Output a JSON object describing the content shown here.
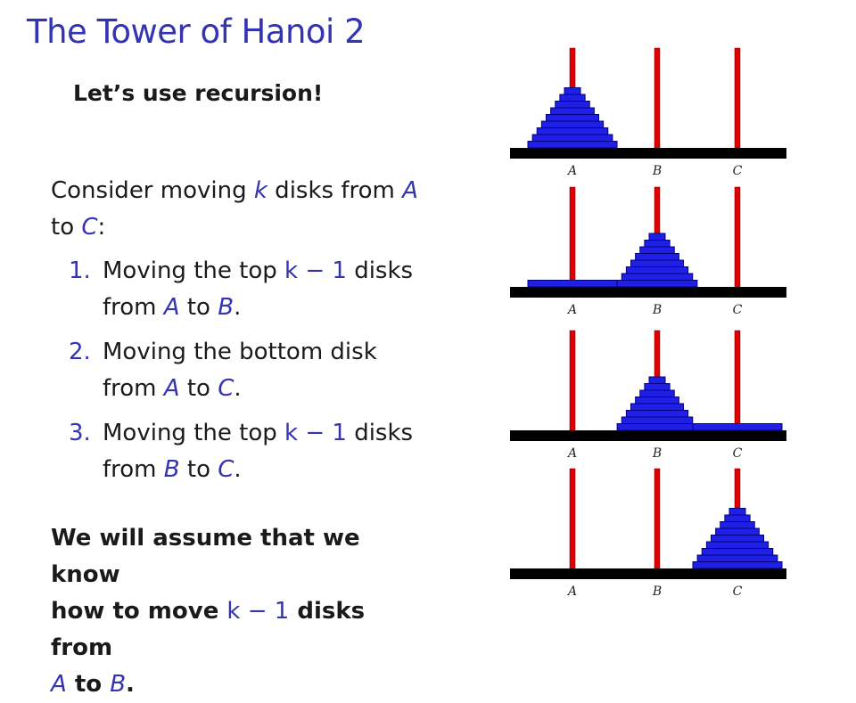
{
  "slide": {
    "title": "The Tower of Hanoi 2",
    "subtitle": "Let’s use recursion!"
  },
  "intro": {
    "p1": "Consider moving ",
    "k": "k",
    "p2": " disks from ",
    "A": "A",
    "p3": "to ",
    "C": "C",
    "p4": ":"
  },
  "steps": [
    {
      "num": "1.",
      "a": "Moving the top ",
      "expr": "k − 1",
      "b": " disks",
      "c": "from ",
      "x": "A",
      "d": " to ",
      "y": "B",
      "e": "."
    },
    {
      "num": "2.",
      "a": "Moving the bottom disk",
      "c": "from ",
      "x": "A",
      "d": " to ",
      "y": "C",
      "e": "."
    },
    {
      "num": "3.",
      "a": "Moving the top ",
      "expr": "k − 1",
      "b": " disks",
      "c": "from ",
      "x": "B",
      "d": " to ",
      "y": "C",
      "e": "."
    }
  ],
  "conclusion": {
    "l1": "We will assume that we know",
    "l2a": "how to move ",
    "expr": "k − 1",
    "l2b": " disks from",
    "x": "A",
    "l3a": " to ",
    "y": "B",
    "l3b": "."
  },
  "figure": {
    "peg_labels": [
      "A",
      "B",
      "C"
    ],
    "disk_count": 9,
    "states": [
      {
        "A": "all",
        "B": "none",
        "C": "none"
      },
      {
        "A": "bottom",
        "B": "top_k_minus_1",
        "C": "none"
      },
      {
        "A": "none",
        "B": "top_k_minus_1",
        "C": "bottom"
      },
      {
        "A": "none",
        "B": "none",
        "C": "all"
      }
    ],
    "colors": {
      "disk": "#1f1fe6",
      "disk_border": "#000080",
      "peg": "#e00000",
      "base": "#000000"
    }
  }
}
